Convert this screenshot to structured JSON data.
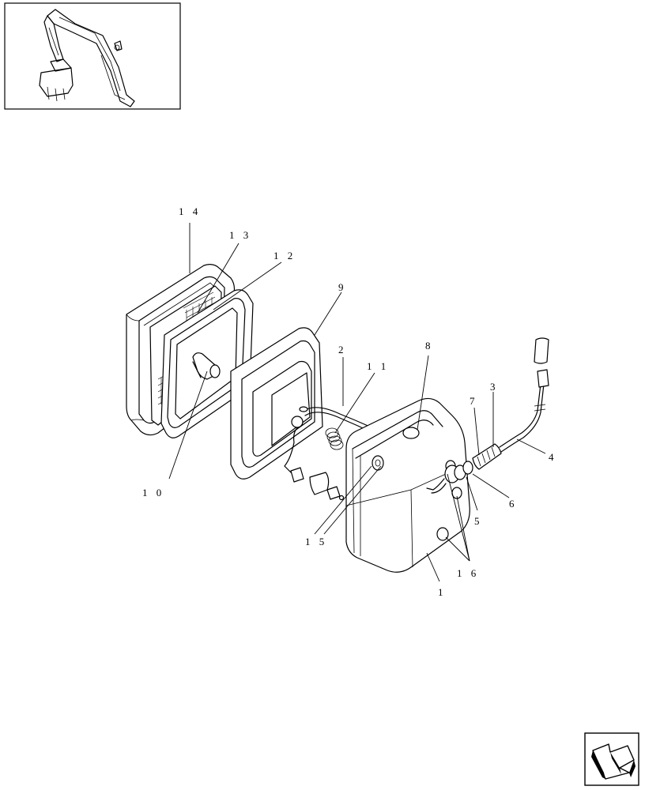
{
  "callouts": [
    {
      "id": "1",
      "text": "1"
    },
    {
      "id": "2",
      "text": "2"
    },
    {
      "id": "3",
      "text": "3"
    },
    {
      "id": "4",
      "text": "4"
    },
    {
      "id": "5",
      "text": "5"
    },
    {
      "id": "6",
      "text": "6"
    },
    {
      "id": "7",
      "text": "7"
    },
    {
      "id": "8",
      "text": "8"
    },
    {
      "id": "9",
      "text": "9"
    },
    {
      "id": "10",
      "text": "1 0"
    },
    {
      "id": "11",
      "text": "1 1"
    },
    {
      "id": "12",
      "text": "1 2"
    },
    {
      "id": "13",
      "text": "1 3"
    },
    {
      "id": "14",
      "text": "1 4"
    },
    {
      "id": "15",
      "text": "1 5"
    },
    {
      "id": "16",
      "text": "1 6"
    }
  ],
  "icons": {
    "thumbnail": "excavator-location-icon",
    "navigation": "back-arrow-icon"
  }
}
